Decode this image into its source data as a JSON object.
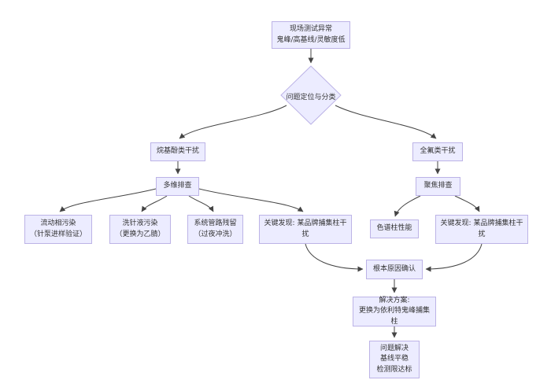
{
  "diagram": {
    "type": "flowchart",
    "direction": "top-down",
    "colors": {
      "node_fill": "#ECECFF",
      "node_border": "#BCB3E6",
      "edge": "#444444",
      "text": "#333333",
      "background": "#ffffff"
    },
    "nodes": {
      "start": "现场测试异常\n鬼峰/高基线/灵敏度低",
      "decision": "问题定位与分类",
      "alkylphenol": "烷基酚类干扰",
      "perfluoro": "全氟类干扰",
      "multi_check": "多维排查",
      "focus_check": "聚焦排查",
      "mobile_phase": "流动相污染\n（针泵进样验证）",
      "needle_wash": "洗针液污染\n（更换为乙腈）",
      "system_tubing": "系统管路残留\n（过夜冲洗）",
      "key_finding_left": "关键发现: 某品牌捕集柱干扰",
      "column_performance": "色谱柱性能",
      "key_finding_right": "关键发现: 某品牌捕集柱干扰",
      "root_cause": "根本原因确认",
      "solution": "解决方案:\n更换为依利特鬼峰捕集柱",
      "end": "问题解决\n基线平稳\n检测限达标"
    },
    "edges": [
      {
        "from": "start",
        "to": "decision"
      },
      {
        "from": "decision",
        "to": "alkylphenol"
      },
      {
        "from": "decision",
        "to": "perfluoro"
      },
      {
        "from": "alkylphenol",
        "to": "multi_check"
      },
      {
        "from": "perfluoro",
        "to": "focus_check"
      },
      {
        "from": "multi_check",
        "to": "mobile_phase"
      },
      {
        "from": "multi_check",
        "to": "needle_wash"
      },
      {
        "from": "multi_check",
        "to": "system_tubing"
      },
      {
        "from": "multi_check",
        "to": "key_finding_left"
      },
      {
        "from": "focus_check",
        "to": "column_performance"
      },
      {
        "from": "focus_check",
        "to": "key_finding_right"
      },
      {
        "from": "key_finding_left",
        "to": "root_cause"
      },
      {
        "from": "key_finding_right",
        "to": "root_cause"
      },
      {
        "from": "root_cause",
        "to": "solution"
      },
      {
        "from": "solution",
        "to": "end"
      }
    ]
  }
}
